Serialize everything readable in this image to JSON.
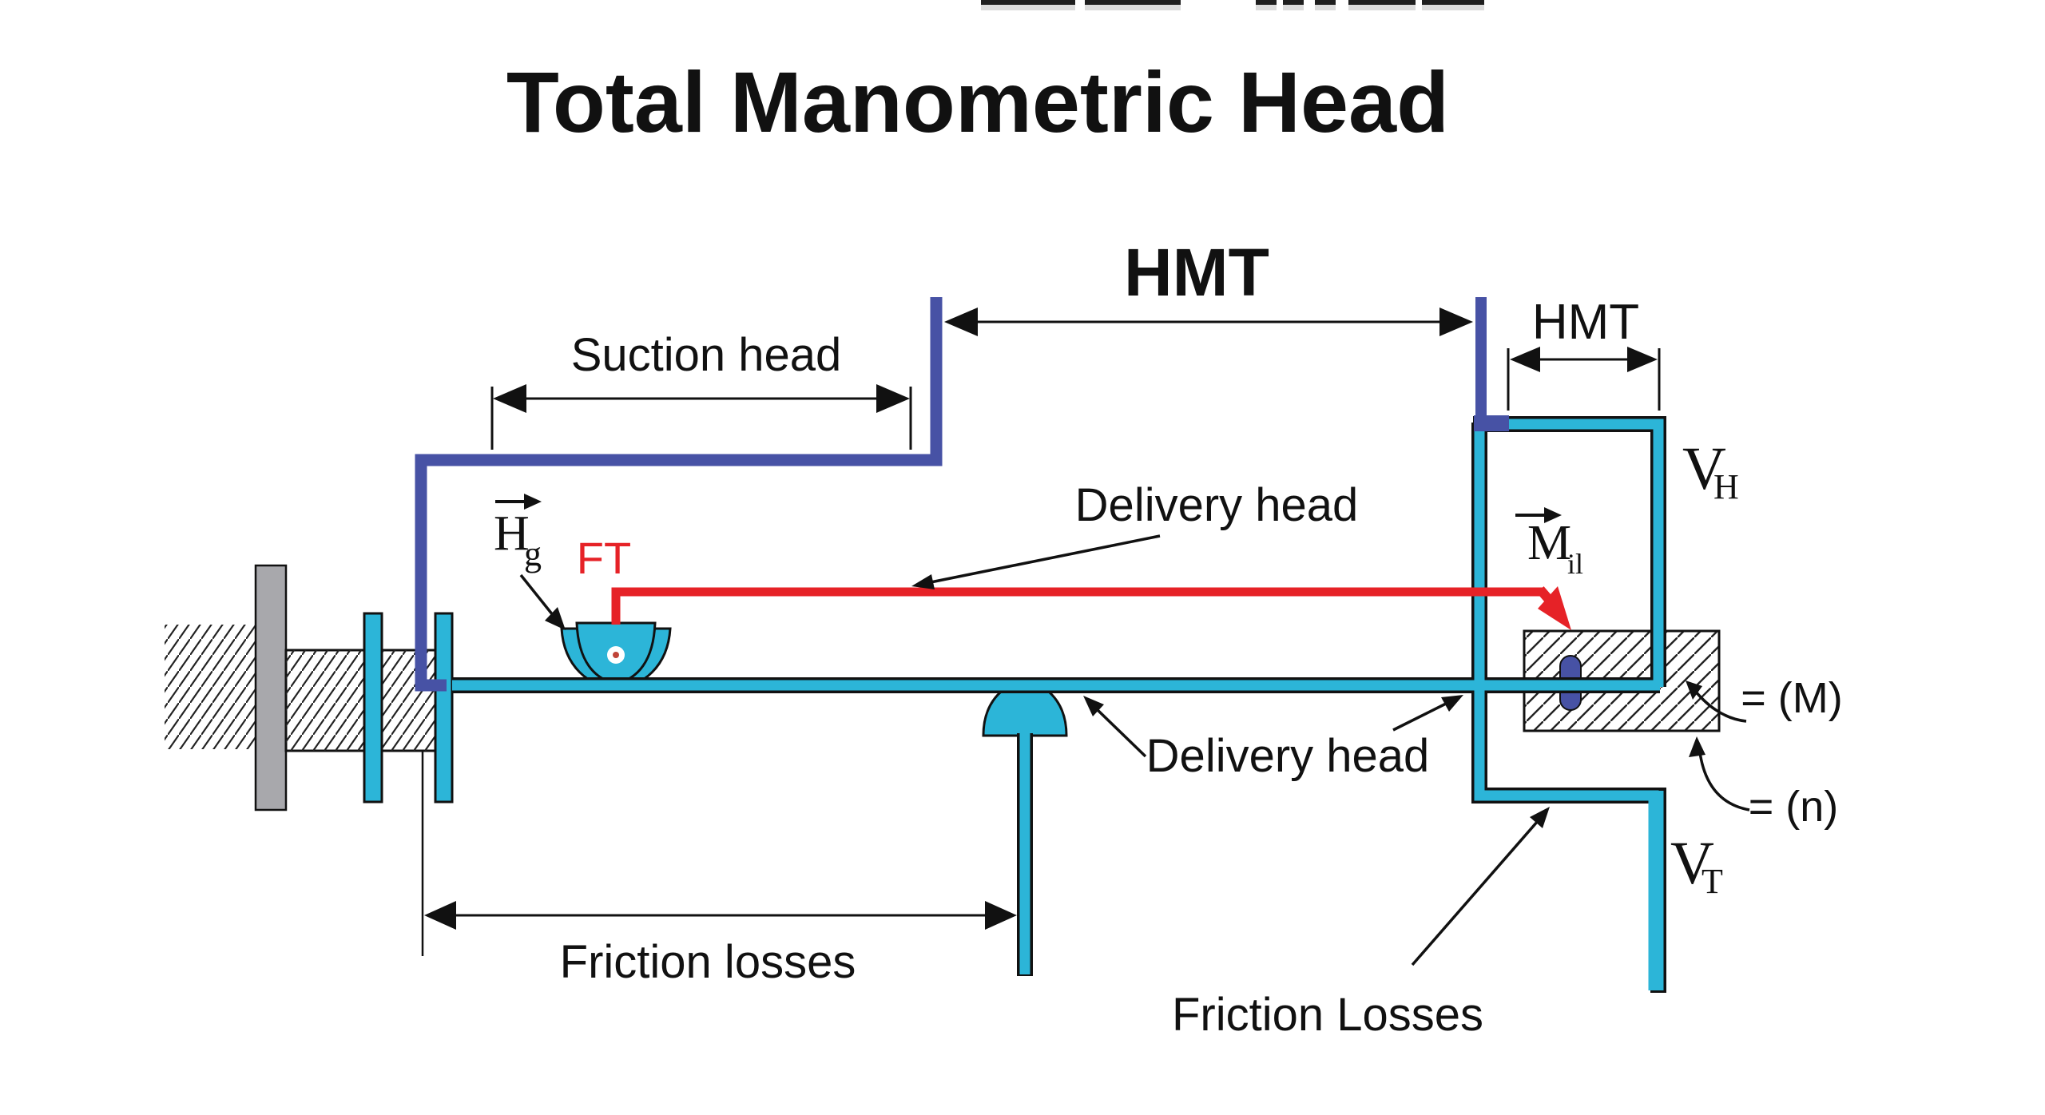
{
  "title": "Total Manometric Head",
  "colors": {
    "pipe_cyan": "#2cb5d8",
    "pipe_dark_blue": "#4752a5",
    "red_line": "#e62227",
    "wall_gray": "#a8a8ac",
    "outline": "#111111",
    "background": "#ffffff"
  },
  "labels": {
    "hmt_main": "HMT",
    "hmt_right": "HMT",
    "suction_head": "Suction head",
    "delivery_head_upper": "Delivery head",
    "delivery_head_lower": "Delivery head",
    "friction_losses_left": "Friction losses",
    "friction_losses_right": "Friction Losses",
    "ft": "FT",
    "hg_main": "H",
    "hg_sub": "g",
    "m_main": "M",
    "m_sub": "il",
    "vh_main": "V",
    "vh_sub": "H",
    "vt_main": "V",
    "vt_sub": "T",
    "eq_m": "= (M)",
    "eq_n": "= (n)"
  }
}
